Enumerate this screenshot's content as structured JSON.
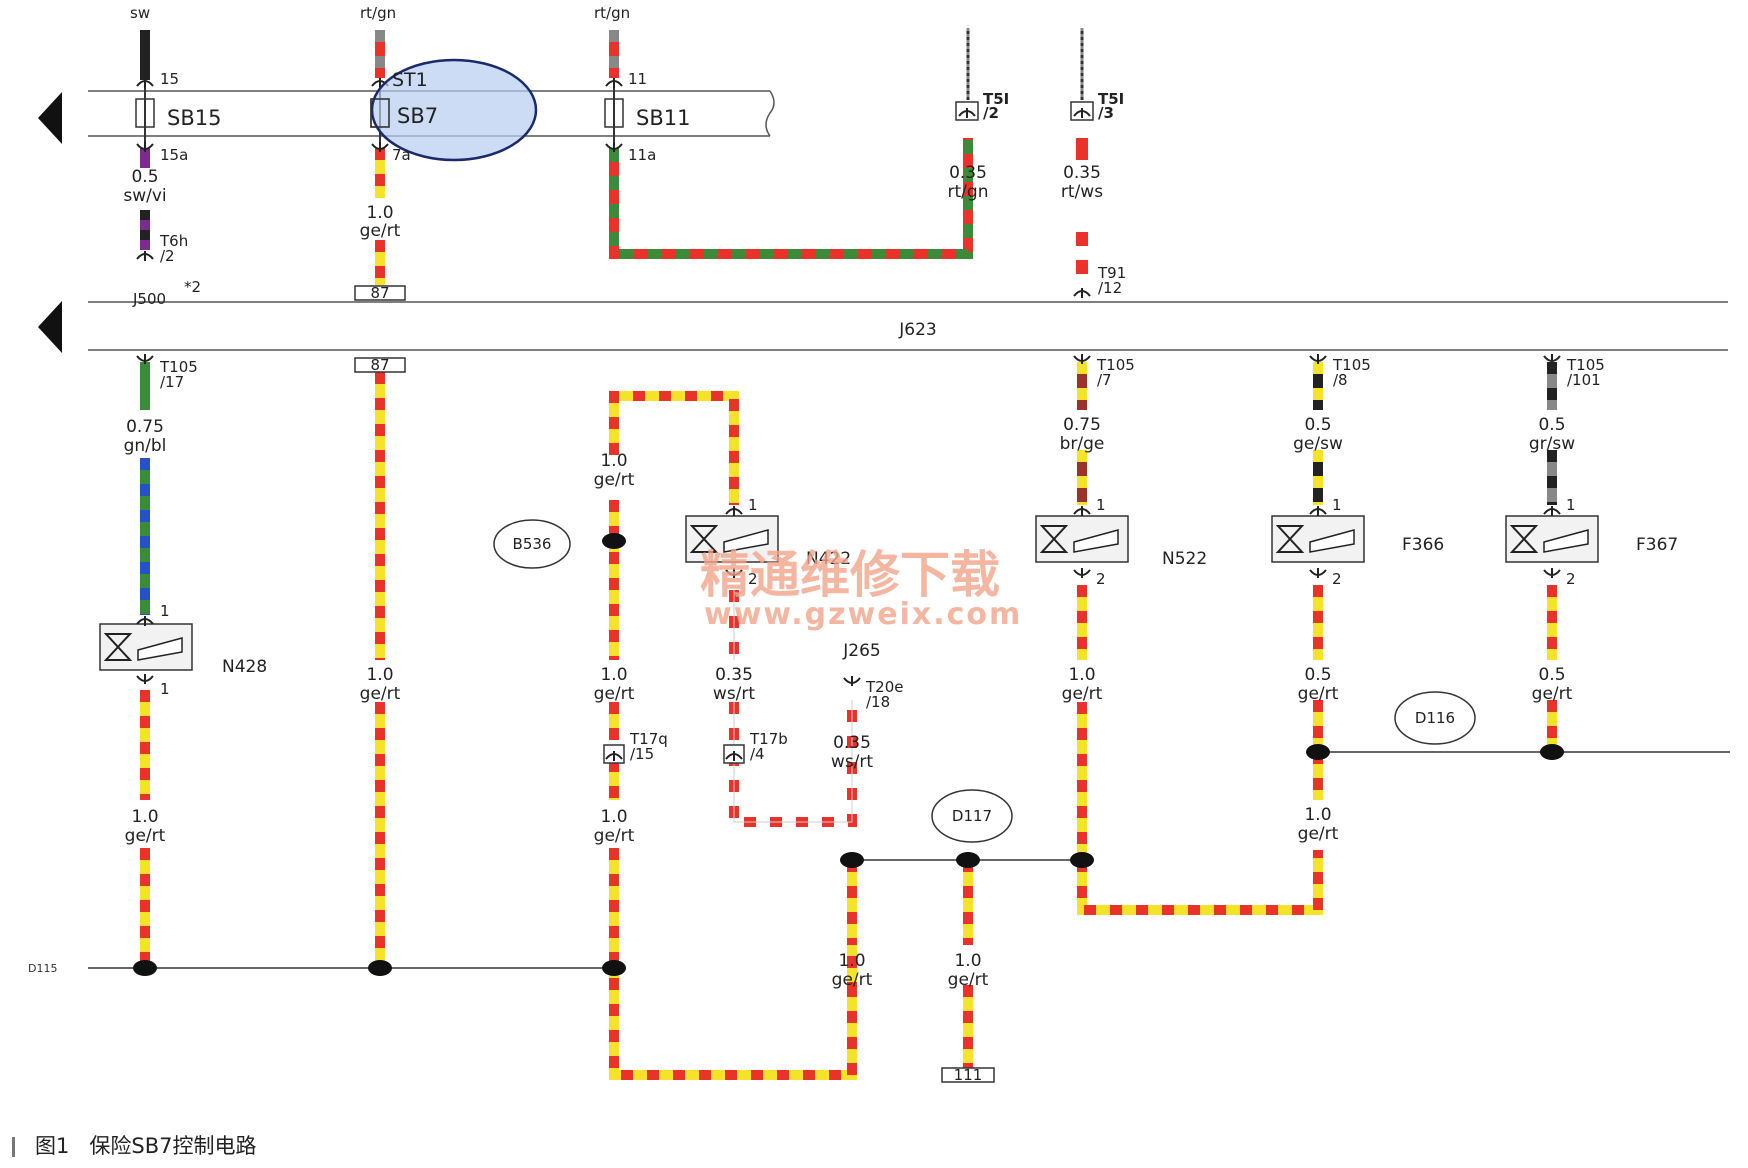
{
  "caption": {
    "fig": "图1",
    "title": "保险SB7控制电路"
  },
  "watermark": {
    "line1": "精通维修下载",
    "line2": "www.gzweix.com"
  },
  "rails": {
    "fuse_box": "",
    "ecu": "J623"
  },
  "top_clipped": {
    "sw": "sw",
    "rtgn1": "rt/gn",
    "rtgn2": "rt/gn"
  },
  "fuses": {
    "sb15": {
      "name": "SB15",
      "in_pin": "15",
      "out_pin": "15a"
    },
    "sb7": {
      "name": "SB7",
      "in_pin": "ST1",
      "out_pin": "7a"
    },
    "sb11": {
      "name": "SB11",
      "in_pin": "11",
      "out_pin": "11a"
    }
  },
  "connectors": {
    "t5i_2": {
      "name": "T5I",
      "pin": "/2"
    },
    "t5i_3": {
      "name": "T5I",
      "pin": "/3"
    },
    "t6h": {
      "name": "T6h",
      "pin": "/2"
    },
    "t91": {
      "name": "T91",
      "pin": "/12"
    },
    "t105_17": {
      "name": "T105",
      "pin": "/17"
    },
    "t105_7": {
      "name": "T105",
      "pin": "/7"
    },
    "t105_8": {
      "name": "T105",
      "pin": "/8"
    },
    "t105_101": {
      "name": "T105",
      "pin": "/101"
    },
    "t17q": {
      "name": "T17q",
      "pin": "/15"
    },
    "t17b": {
      "name": "T17b",
      "pin": "/4"
    },
    "t20e": {
      "name": "T20e",
      "pin": "/18"
    }
  },
  "wires": {
    "w_swvi": {
      "size": "0.5",
      "color": "sw/vi"
    },
    "w_gert_top": {
      "size": "1.0",
      "color": "ge/rt"
    },
    "w_rtgn": {
      "size": "0.35",
      "color": "rt/gn"
    },
    "w_rtws": {
      "size": "0.35",
      "color": "rt/ws"
    },
    "w_gnbl": {
      "size": "0.75",
      "color": "gn/bl"
    },
    "w_n428": {
      "size": "1.0",
      "color": "ge/rt"
    },
    "w_87": {
      "size": "1.0",
      "color": "ge/rt"
    },
    "w_b536_top": {
      "size": "1.0",
      "color": "ge/rt"
    },
    "w_b536_mid": {
      "size": "1.0",
      "color": "ge/rt"
    },
    "w_b536_low": {
      "size": "1.0",
      "color": "ge/rt"
    },
    "w_wsrt1": {
      "size": "0.35",
      "color": "ws/rt"
    },
    "w_wsrt2": {
      "size": "0.35",
      "color": "ws/rt"
    },
    "w_brge": {
      "size": "0.75",
      "color": "br/ge"
    },
    "w_n522": {
      "size": "1.0",
      "color": "ge/rt"
    },
    "w_gesw": {
      "size": "0.5",
      "color": "ge/sw"
    },
    "w_grsw": {
      "size": "0.5",
      "color": "gr/sw"
    },
    "w_f366": {
      "size": "0.5",
      "color": "ge/rt"
    },
    "w_f367": {
      "size": "0.5",
      "color": "ge/rt"
    },
    "w_d116": {
      "size": "1.0",
      "color": "ge/rt"
    },
    "w_d117a": {
      "size": "1.0",
      "color": "ge/rt"
    },
    "w_d117b": {
      "size": "1.0",
      "color": "ge/rt"
    }
  },
  "components": {
    "n428": "N428",
    "n422": "N422",
    "n522": "N522",
    "f366": "F366",
    "f367": "F367",
    "j265": "J265",
    "j500": "J500",
    "j500_note": "*2"
  },
  "pins": {
    "one": "1",
    "two": "2"
  },
  "terminals": {
    "t87a": "87",
    "t87b": "87",
    "t111": "111"
  },
  "nodes": {
    "b536": "B536",
    "d117": "D117",
    "d116": "D116",
    "d115": "D115"
  }
}
